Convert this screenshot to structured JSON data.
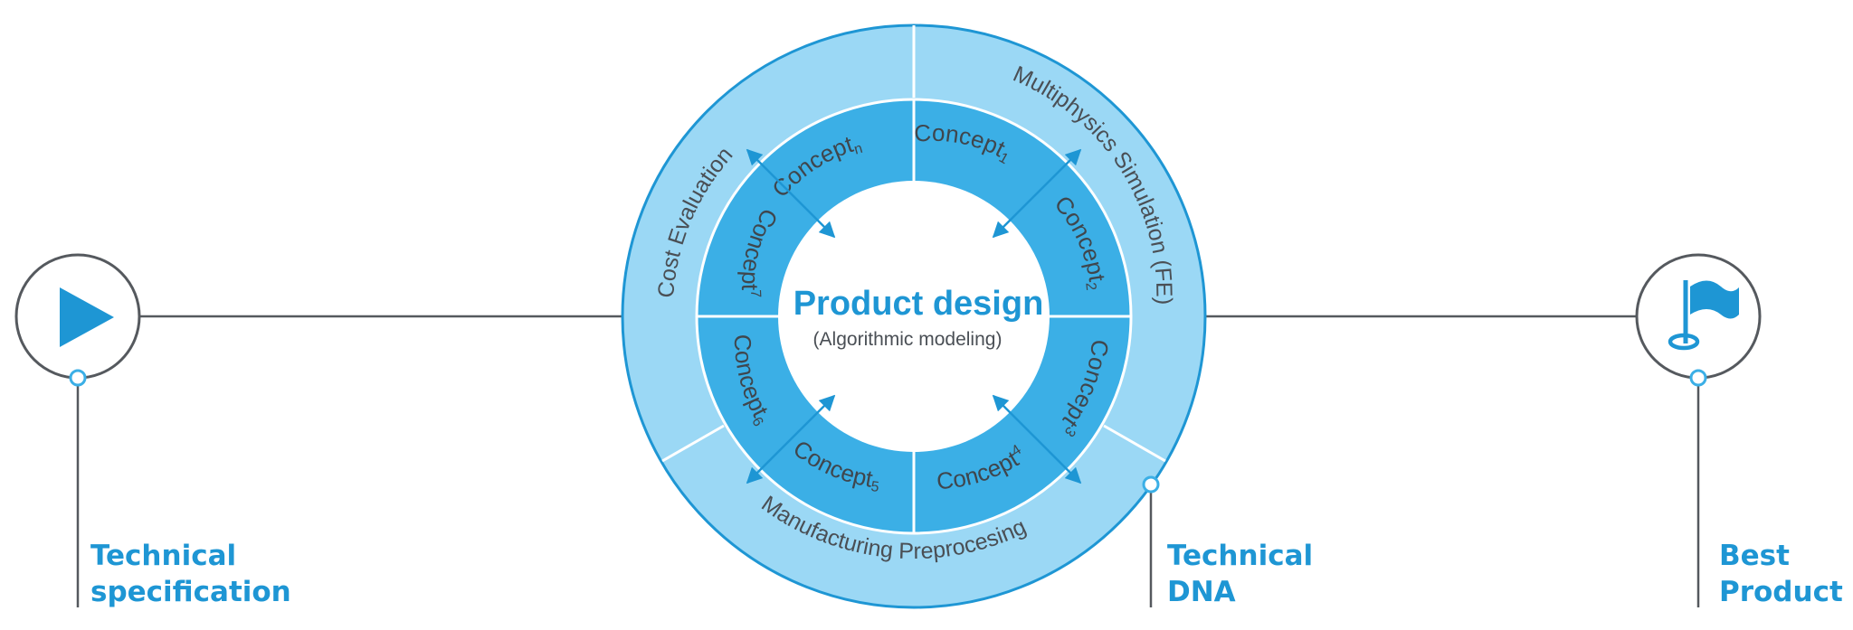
{
  "center": {
    "title": "Product design",
    "subtitle": "(Algorithmic modeling)"
  },
  "outer_ring": {
    "cost": "Cost Evaluation",
    "simulation": "Multiphysics Simulation (FE)",
    "manufacturing": "Manufacturing Preprocesing"
  },
  "concepts": [
    {
      "id": "concept-n",
      "text": "Concept",
      "sub": "n"
    },
    {
      "id": "concept-1",
      "text": "Concept",
      "sub": "1"
    },
    {
      "id": "concept-2",
      "text": "Concept",
      "sub": "2"
    },
    {
      "id": "concept-3",
      "text": "Concept",
      "sub": "3"
    },
    {
      "id": "concept-4",
      "text": "Concept",
      "sub": "4"
    },
    {
      "id": "concept-5",
      "text": "Concept",
      "sub": "5"
    },
    {
      "id": "concept-6",
      "text": "Concept",
      "sub": "6"
    },
    {
      "id": "concept-7",
      "text": "Concept",
      "sub": "7"
    }
  ],
  "milestones": {
    "start": {
      "line1": "Technical",
      "line2": "specification",
      "icon": "play-icon"
    },
    "middle": {
      "line1": "Technical",
      "line2": "DNA"
    },
    "end": {
      "line1": "Best",
      "line2": "Product",
      "icon": "flag-icon"
    }
  },
  "colors": {
    "accent": "#1e96d4",
    "outer_ring": "#9bd8f5",
    "inner_ring": "#3bafe6",
    "line": "#55595e"
  }
}
